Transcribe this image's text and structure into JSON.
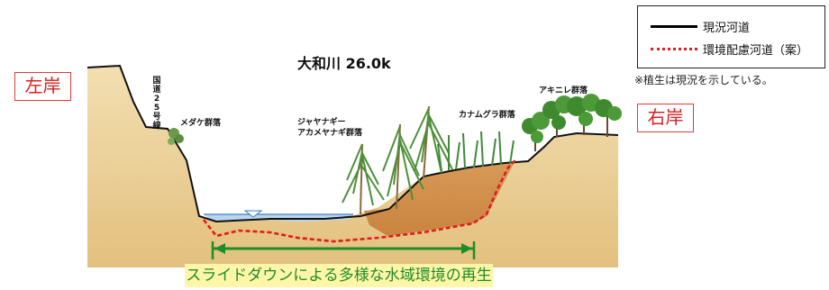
{
  "title": "大和川  26.0k",
  "left_bank": "左岸",
  "right_bank": "右岸",
  "legend": {
    "current": "現況河道",
    "planned": "環境配慮河道（案）"
  },
  "note": "※植生は現況を示している。",
  "vegetation": {
    "medake": "メダケ群落",
    "jayanagi_1": "ジャヤナギー",
    "jayanagi_2": "アカメヤナギ群落",
    "kanamugura": "カナムグラ群落",
    "akinire": "アキニレ群落"
  },
  "road": "国道25号線",
  "caption": "スライドダウンによる多様な水域環境の再生",
  "colors": {
    "soil": "#eed8a4",
    "cut_soil": "#d79a58",
    "water": "#b9d6ee",
    "current_line": "#000000",
    "planned_line": "#e21b1b",
    "arrow": "#1f8c2a",
    "tree": "#4c8f3b",
    "caption_bg": "#fff6a8"
  }
}
